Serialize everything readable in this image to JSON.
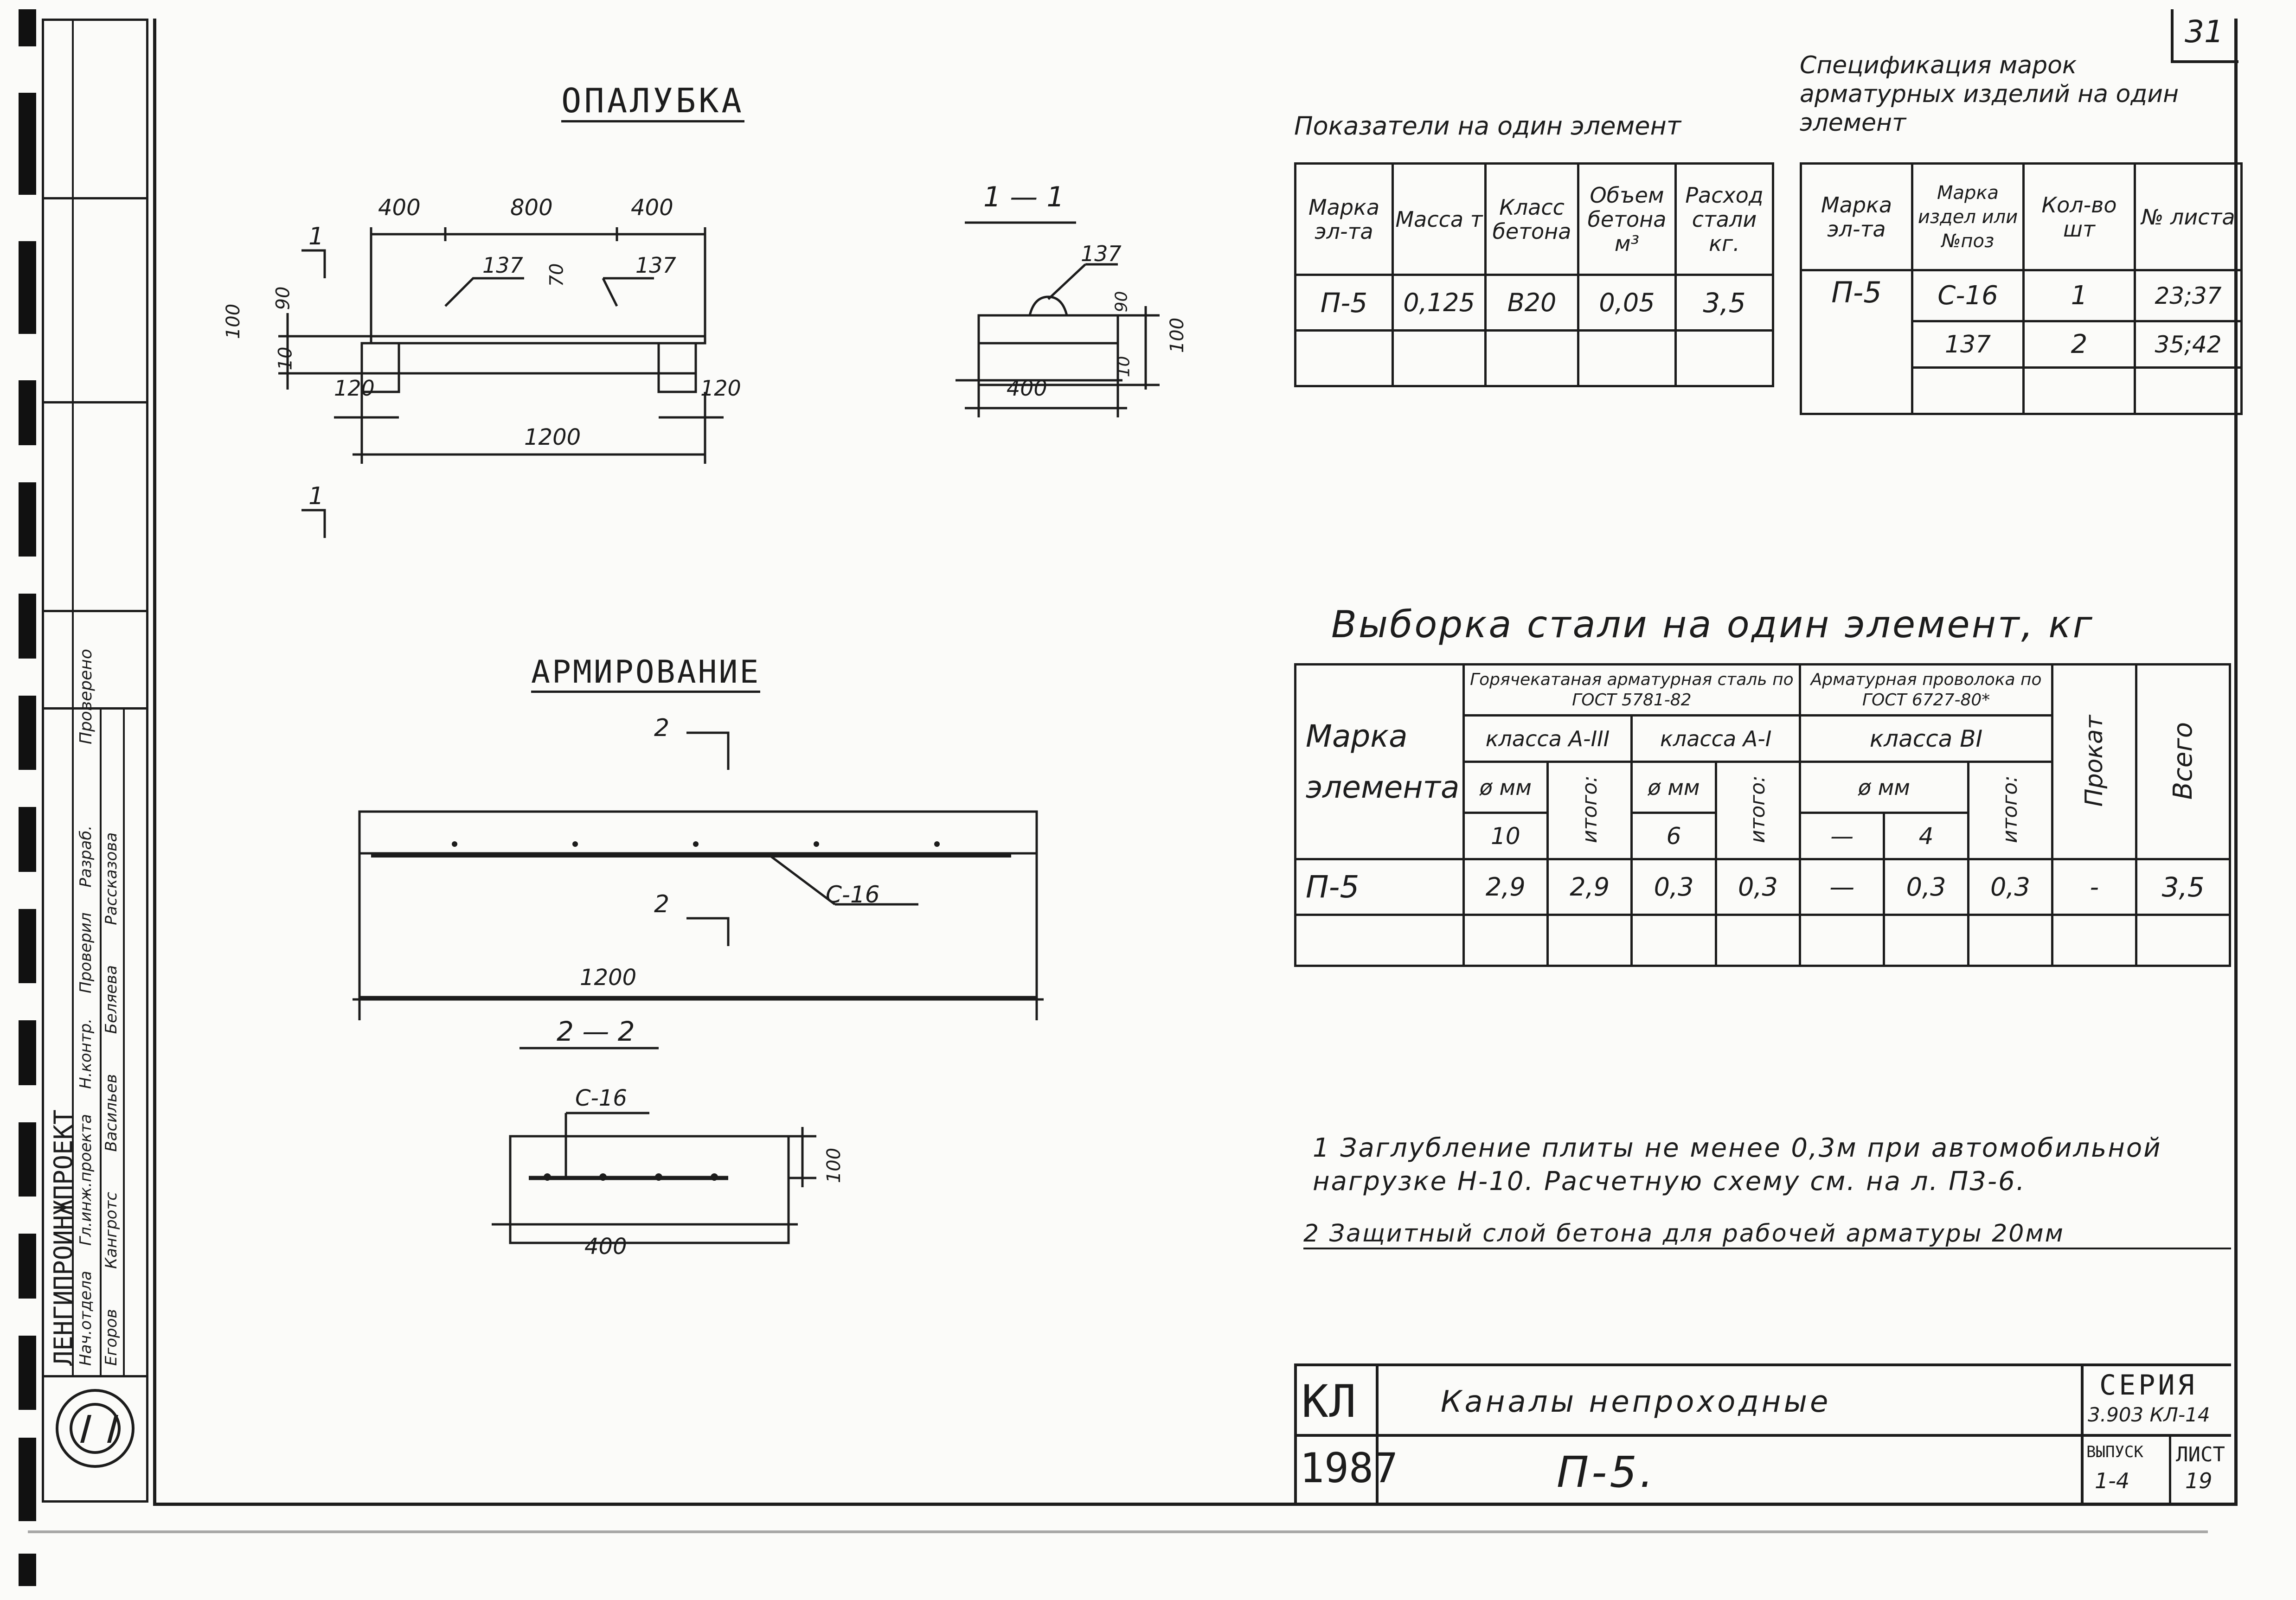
{
  "sheet_number": "31",
  "formwork": {
    "title": "ОПАЛУБКА",
    "dims_top": [
      "400",
      "800",
      "400"
    ],
    "callout_left": "137",
    "callout_right": "137",
    "dim_70": "70",
    "dim_90": "90",
    "dim_100": "100",
    "dim_10": "10",
    "dim_120_left": "120",
    "dim_120_right": "120",
    "dim_1200": "1200",
    "section_mark": "1"
  },
  "section_1_1": {
    "title": "1 — 1",
    "callout": "137",
    "dim_400": "400",
    "dim_90": "90",
    "dim_100": "100",
    "dim_10": "10"
  },
  "reinforcement": {
    "title": "АРМИРОВАНИЕ",
    "section_mark": "2",
    "callout": "С-16",
    "dim_1200": "1200"
  },
  "section_2_2": {
    "title": "2 — 2",
    "callout": "С-16",
    "dim_100": "100",
    "dim_400": "400"
  },
  "indicators": {
    "caption": "Показатели на один элемент",
    "headers": [
      "Марка эл-та",
      "Масса т",
      "Класс бетона",
      "Объем бетона м³",
      "Расход стали кг."
    ],
    "row": [
      "П-5",
      "0,125",
      "В20",
      "0,05",
      "3,5"
    ]
  },
  "spec": {
    "caption": "Спецификация марок арматурных изделий на один элемент",
    "headers": [
      "Марка эл-та",
      "Марка издел или №поз",
      "Кол-во шт",
      "№ листа"
    ],
    "mark": "П-5",
    "rows": [
      [
        "С-16",
        "1",
        "23;37"
      ],
      [
        "137",
        "2",
        "35;42"
      ]
    ]
  },
  "steel": {
    "caption": "Выборка стали на один элемент, кг",
    "col_mark": "Марка элемента",
    "group_hot": "Горячекатаная арматурная сталь по ГОСТ 5781-82",
    "group_wire": "Арматурная проволока по ГОСТ 6727-80*",
    "class_a3": "класса А-III",
    "class_a1": "класса А-I",
    "class_b1": "класса ВI",
    "dia_mm": "ø мм",
    "itogo": "итого:",
    "prokat": "Прокат",
    "vsego": "Всего",
    "dia_values": [
      "10",
      "6",
      "—",
      "4"
    ],
    "row": [
      "П-5",
      "2,9",
      "2,9",
      "0,3",
      "0,3",
      "—",
      "0,3",
      "0,3",
      "-",
      "3,5"
    ]
  },
  "notes": [
    "1 Заглубление плиты не менее 0,3м при автомобильной нагрузке Н-10. Расчетную схему см. на л. П3-6.",
    "2 Защитный слой бетона для рабочей арматуры 20мм"
  ],
  "title_block": {
    "code": "КЛ",
    "year": "1987",
    "name": "Каналы непроходные",
    "element": "П-5.",
    "series_label": "СЕРИЯ",
    "series_value": "3.903 КЛ-14",
    "issue_label": "ВЫПУСК",
    "issue_value": "1-4",
    "sheet_label": "ЛИСТ",
    "sheet_value": "19"
  },
  "side_stamp": {
    "org": "ЛЕНГИПРОИНЖПРОЕКТ",
    "role_labels": [
      "Нач.отдела",
      "Гл.инж.проекта",
      "Н.контр.",
      "Проверил",
      "Разраб."
    ],
    "names": [
      "Егоров",
      "Кангротс",
      "Васильев",
      "Беляева",
      "Рассказова"
    ],
    "stamp_text": "Проверено"
  }
}
